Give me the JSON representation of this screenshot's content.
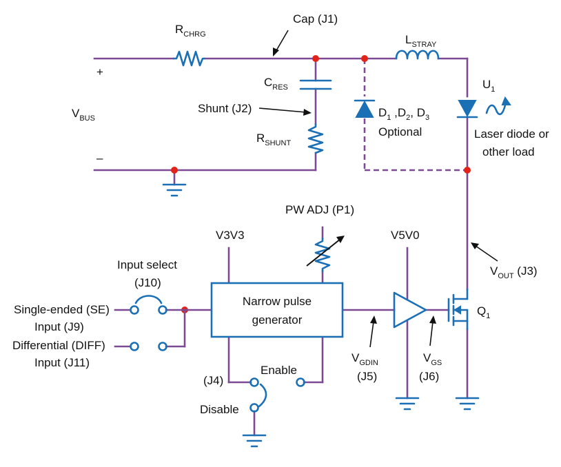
{
  "diagram": {
    "vbus": {
      "main": "V",
      "sub": "BUS"
    },
    "plus": "+",
    "minus": "–",
    "rchrg": {
      "main": "R",
      "sub": "CHRG"
    },
    "cap_label": "Cap (J1)",
    "lstray": {
      "main": "L",
      "sub": "STRAY"
    },
    "cres": {
      "main": "C",
      "sub": "RES"
    },
    "shunt_label": "Shunt (J2)",
    "rshunt": {
      "main": "R",
      "sub": "SHUNT"
    },
    "diodes": {
      "d": "D",
      "s1": "1",
      "mid1": " ,D",
      "s2": "2",
      "mid2": ", D",
      "s3": "3",
      "optional": "Optional"
    },
    "u1": {
      "main": "U",
      "sub": "1"
    },
    "laser": {
      "line1": "Laser diode or",
      "line2": "other load"
    },
    "pw_adj": "PW ADJ (P1)",
    "v3v3": "V3V3",
    "v5v0": "V5V0",
    "vout": {
      "main": "V",
      "sub": "OUT",
      "suffix": " (J3)"
    },
    "input_select": {
      "line1": "Input select",
      "line2": "(J10)"
    },
    "se_input": {
      "line1": "Single-ended (SE)",
      "line2": "Input (J9)"
    },
    "diff_input": {
      "line1": "Differential (DIFF)",
      "line2": "Input (J11)"
    },
    "generator": {
      "line1": "Narrow pulse",
      "line2": "generator"
    },
    "q1": {
      "main": "Q",
      "sub": "1"
    },
    "vgdin": {
      "main": "V",
      "sub": "GDIN",
      "suffix": "(J5)"
    },
    "vgs": {
      "main": "V",
      "sub": "GS",
      "suffix": "(J6)"
    },
    "j4": "(J4)",
    "enable": "Enable",
    "disable": "Disable"
  },
  "colors": {
    "wire": "#7b4a93",
    "component": "#1a6fb5",
    "node": "#e2231a",
    "text": "#111111"
  }
}
